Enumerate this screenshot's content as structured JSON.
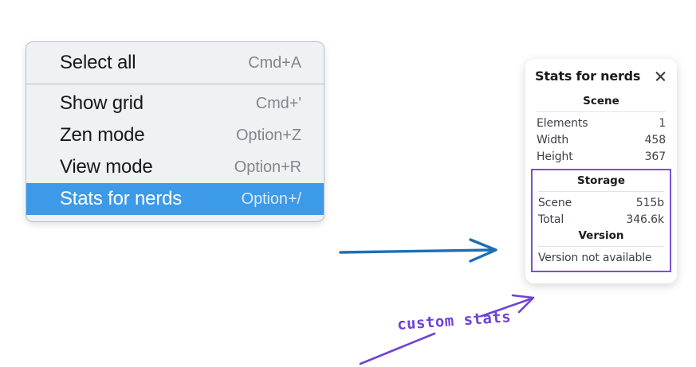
{
  "context_menu": {
    "groups": [
      {
        "items": [
          {
            "label": "Select all",
            "shortcut": "Cmd+A",
            "selected": false
          }
        ]
      },
      {
        "items": [
          {
            "label": "Show grid",
            "shortcut": "Cmd+'",
            "selected": false
          },
          {
            "label": "Zen mode",
            "shortcut": "Option+Z",
            "selected": false
          },
          {
            "label": "View mode",
            "shortcut": "Option+R",
            "selected": false
          },
          {
            "label": "Stats for nerds",
            "shortcut": "Option+/",
            "selected": true
          }
        ]
      }
    ]
  },
  "stats_panel": {
    "title": "Stats for nerds",
    "close_icon": "close-icon",
    "scene": {
      "heading": "Scene",
      "rows": [
        {
          "key": "Elements",
          "value": "1"
        },
        {
          "key": "Width",
          "value": "458"
        },
        {
          "key": "Height",
          "value": "367"
        }
      ]
    },
    "storage": {
      "heading": "Storage",
      "rows": [
        {
          "key": "Scene",
          "value": "515b"
        },
        {
          "key": "Total",
          "value": "346.6k"
        }
      ]
    },
    "version": {
      "heading": "Version",
      "text": "Version not available"
    }
  },
  "annotations": {
    "handwritten_label": "custom stats",
    "arrow_color": "#1f6eb5",
    "marker_color": "#6f42d6",
    "highlight_color": "#3d9ae8"
  }
}
